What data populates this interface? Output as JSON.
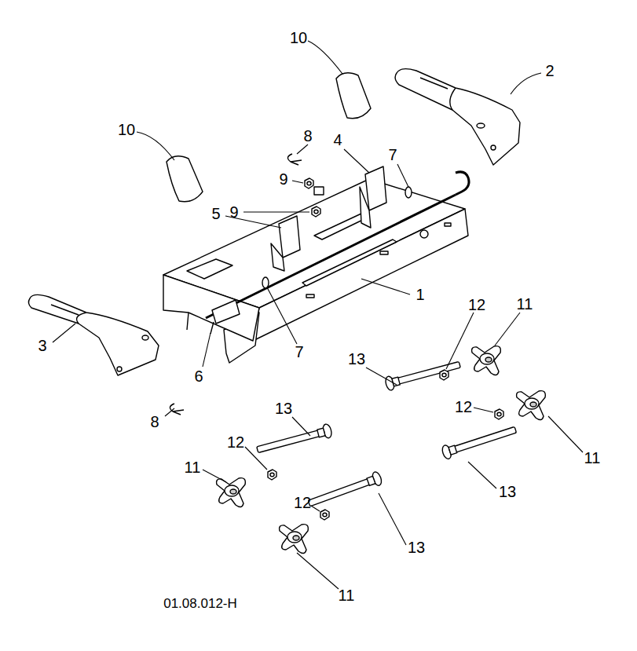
{
  "diagram": {
    "labels": [
      "10",
      "2",
      "10",
      "8",
      "4",
      "7",
      "9",
      "9",
      "5",
      "1",
      "12",
      "11",
      "3",
      "7",
      "6",
      "13",
      "12",
      "8",
      "13",
      "12",
      "11",
      "11",
      "13",
      "12",
      "13",
      "11",
      "01.08.012-H"
    ]
  }
}
